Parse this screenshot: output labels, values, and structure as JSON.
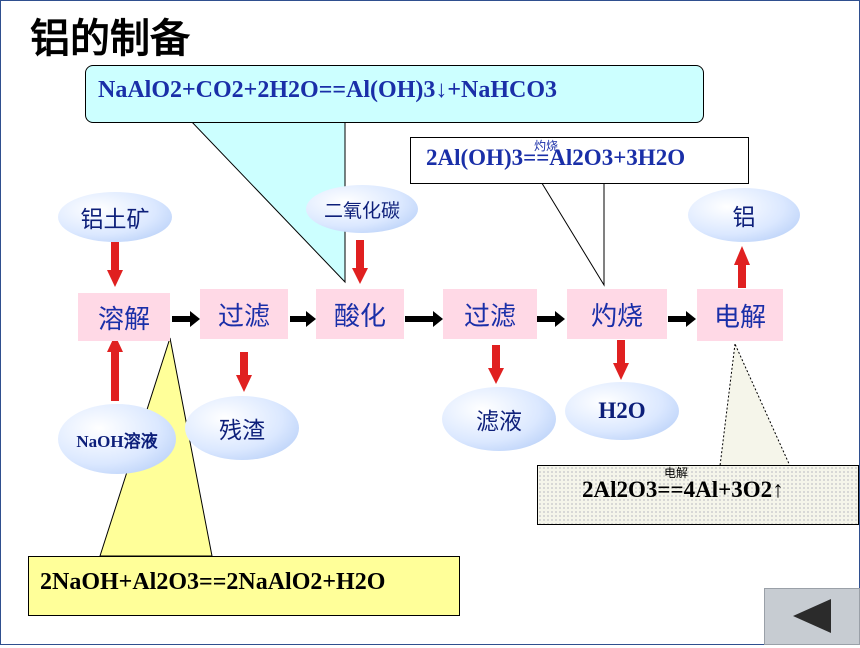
{
  "title": "铝的制备",
  "process": {
    "steps": [
      "溶解",
      "过滤",
      "酸化",
      "过滤",
      "灼烧",
      "电解"
    ],
    "inputs": {
      "ore": "铝土矿",
      "naoh": "NaOH溶液",
      "co2": "二氧化碳"
    },
    "outputs": {
      "residue": "残渣",
      "filtrate": "滤液",
      "water": "H2O",
      "aluminum": "铝"
    }
  },
  "equations": {
    "dissolve": {
      "text": "2NaOH+Al2O3==2NaAlO2+H2O"
    },
    "acidify": {
      "text": "NaAlO2+CO2+2H2O==Al(OH)3↓+NaHCO3"
    },
    "calcine": {
      "text": "2Al(OH)3==Al2O3+3H2O",
      "condition": "灼烧"
    },
    "electrolysis": {
      "text": "2Al2O3==4Al+3O2↑",
      "condition": "电解"
    }
  },
  "nav": {
    "back_icon": "left-triangle-icon"
  },
  "colors": {
    "step_box": "#ffd9e6",
    "arrow_red": "#e02020",
    "callout_yellow": "#ffff99",
    "callout_cyan": "#ccffff"
  }
}
